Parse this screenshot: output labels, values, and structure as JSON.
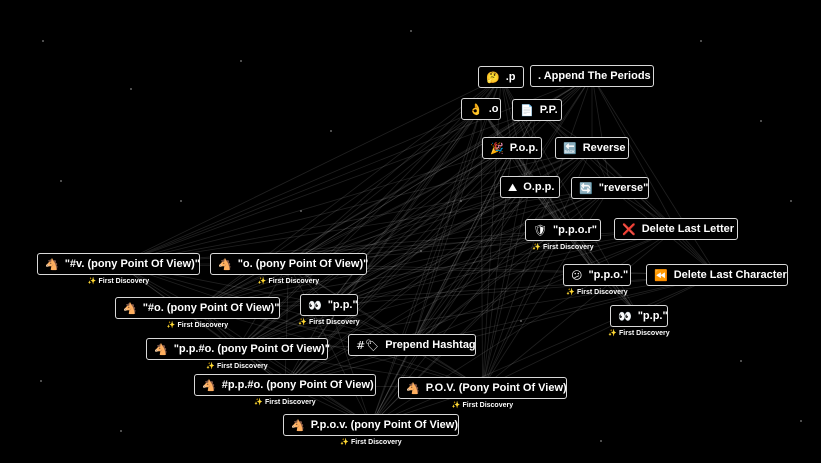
{
  "nodes": [
    {
      "id": "n1",
      "emoji": "🤔",
      "label": ".p"
    },
    {
      "id": "n2",
      "emoji": "",
      "label": ". Append The Periods"
    },
    {
      "id": "n3",
      "emoji": "👌",
      "label": ".o"
    },
    {
      "id": "n4",
      "emoji": "📄",
      "label": "P.P."
    },
    {
      "id": "n5",
      "emoji": "🎉",
      "label": "P.o.p."
    },
    {
      "id": "n6",
      "emoji": "🔙",
      "label": "Reverse"
    },
    {
      "id": "n7",
      "emoji": "⛰",
      "label": "O.p.p."
    },
    {
      "id": "n8",
      "emoji": "🔄",
      "label": "\"reverse\""
    },
    {
      "id": "n9",
      "emoji": "🛡",
      "label": "\"p.p.o.r\""
    },
    {
      "id": "n10",
      "emoji": "❌",
      "label": "Delete Last Letter"
    },
    {
      "id": "n11",
      "emoji": "😕",
      "label": "\"p.p.o.\""
    },
    {
      "id": "n12",
      "emoji": "⏪",
      "label": "Delete Last Character"
    },
    {
      "id": "n13",
      "emoji": "👀",
      "label": "\"p.p.\""
    },
    {
      "id": "n14",
      "emoji": "🐴",
      "label": "\"#v. (pony Point Of View)\""
    },
    {
      "id": "n15",
      "emoji": "🐴",
      "label": "\"o. (pony Point Of View)\""
    },
    {
      "id": "n16",
      "emoji": "🐴",
      "label": "\"#o. (pony Point Of View)\""
    },
    {
      "id": "n17",
      "emoji": "👀",
      "label": "\"p.p.\""
    },
    {
      "id": "n18",
      "emoji": "🐴",
      "label": "\"p.p.#o. (pony Point Of View)\""
    },
    {
      "id": "n19",
      "emoji": "#🏷",
      "label": "Prepend Hashtag"
    },
    {
      "id": "n20",
      "emoji": "🐴",
      "label": "#p.p.#o. (pony Point Of View)"
    },
    {
      "id": "n21",
      "emoji": "🐴",
      "label": "P.O.V. (Pony Point Of View)"
    },
    {
      "id": "n22",
      "emoji": "🐴",
      "label": "P.p.o.v. (pony Point Of View)"
    }
  ],
  "discovery_label": "✨ First Discovery",
  "discoveries": [
    "n9",
    "n11",
    "n13",
    "n14",
    "n15",
    "n16",
    "n17",
    "n18",
    "n20",
    "n21",
    "n22"
  ],
  "colors": {
    "background": "#000000",
    "node_border": "#d9d9d9",
    "text": "#ffffff",
    "edge": "#ffffff"
  }
}
